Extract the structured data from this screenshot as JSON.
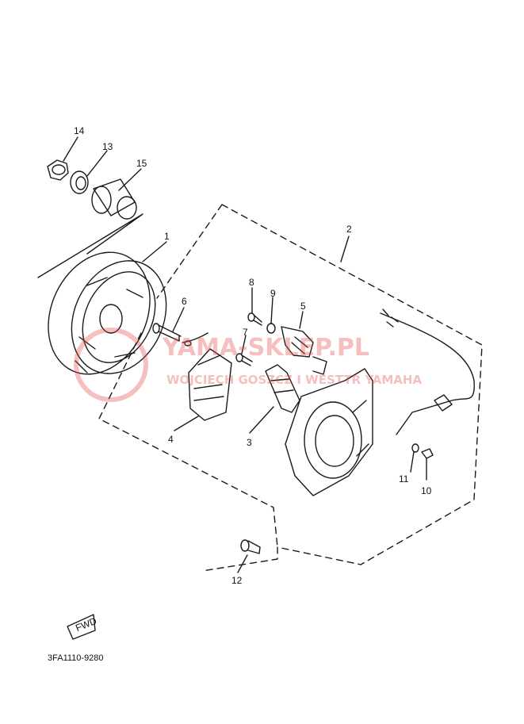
{
  "callouts": {
    "c1": "1",
    "c2": "2",
    "c3": "3",
    "c4": "4",
    "c5": "5",
    "c6": "6",
    "c7": "7",
    "c8": "8",
    "c9": "9",
    "c10": "10",
    "c11": "11",
    "c12": "12",
    "c13": "13",
    "c14": "14",
    "c15": "15"
  },
  "fwd_label": "FWD",
  "diagram_code": "3FA1110-9280",
  "watermark": {
    "title": "YAMA-SKLEP.PL",
    "subtitle": "WOJCIECH GOSZCZ I WESTTR YAMAHA",
    "color": "#e84a4a"
  },
  "colors": {
    "line": "#1a1a1a",
    "background": "#ffffff"
  }
}
